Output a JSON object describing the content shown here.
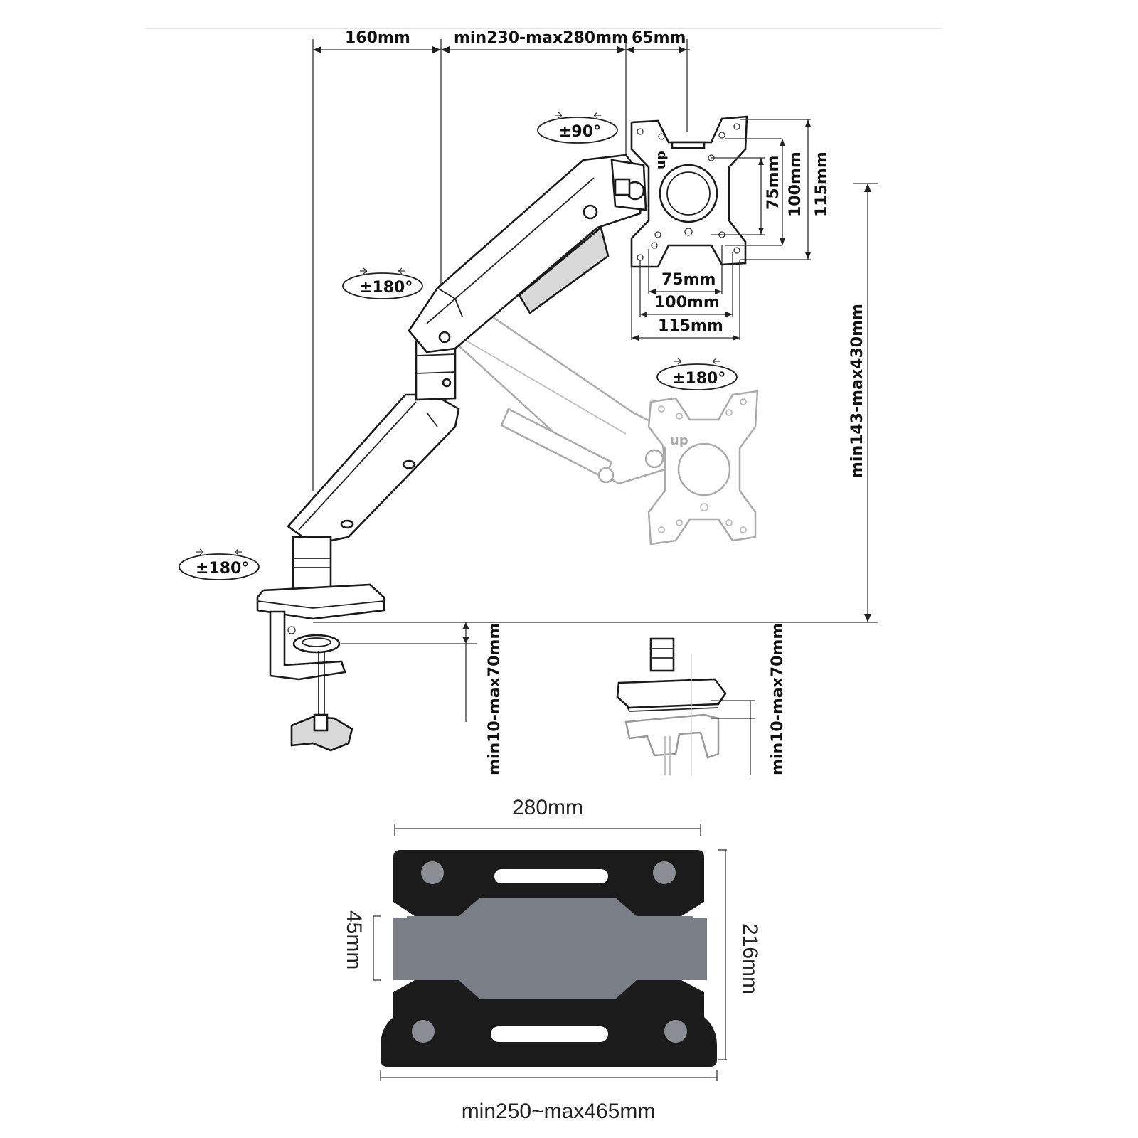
{
  "dimensions": {
    "arm_base_offset": "160mm",
    "arm_reach": "min230-max280mm",
    "head_offset": "65mm",
    "vesa_h_75": "75mm",
    "vesa_h_100": "100mm",
    "vesa_h_115": "115mm",
    "vesa_v_75": "75mm",
    "vesa_v_100": "100mm",
    "vesa_v_115": "115mm",
    "height_range": "min143-max430mm",
    "clamp_thickness": "min10-max70mm",
    "grommet_thickness": "min10-max70mm"
  },
  "rotations": {
    "head_tilt": "±90°",
    "head_swivel": "±180°",
    "arm_joint": "±180°",
    "base": "±180°"
  },
  "plate_labels": {
    "up_main": "up",
    "up_ghost": "up"
  },
  "tray": {
    "width_label": "280mm",
    "depth_label": "216mm",
    "clip_label": "45mm",
    "span_label": "min250~max465mm",
    "colors": {
      "frame": "#1b1b1b",
      "panel": "#7a7f87",
      "pad": "#8a8d93"
    }
  }
}
